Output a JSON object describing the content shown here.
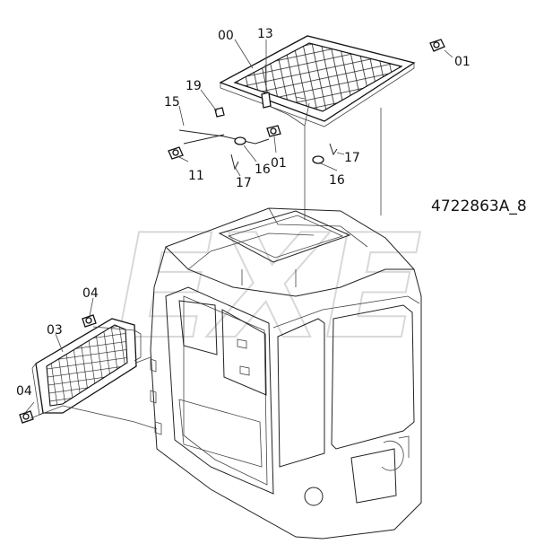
{
  "drawing_code": "4722863A_8",
  "watermark_text": "EXE",
  "callouts": {
    "c00": "00",
    "c13": "13",
    "c01_top": "01",
    "c19": "19",
    "c15": "15",
    "c11": "11",
    "c16_left": "16",
    "c01_mid": "01",
    "c17_left": "17",
    "c17_right": "17",
    "c16_right": "16",
    "c04_top": "04",
    "c03": "03",
    "c04_bottom": "04"
  }
}
